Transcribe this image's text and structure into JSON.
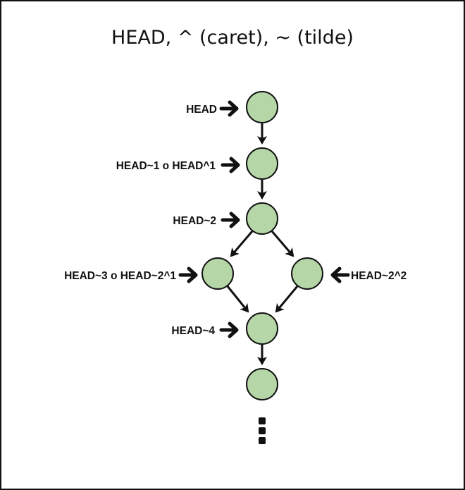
{
  "title": "HEAD, ^ (caret), ~ (tilde)",
  "colors": {
    "node_fill": "#b5d6a7",
    "stroke": "#111111"
  },
  "labels": {
    "head": "HEAD",
    "head1": "HEAD~1 o HEAD^1",
    "head2": "HEAD~2",
    "head3": "HEAD~3 o HEAD~2^1",
    "head22": "HEAD~2^2",
    "head4": "HEAD~4"
  },
  "continuation_icon": "vertical-ellipsis"
}
